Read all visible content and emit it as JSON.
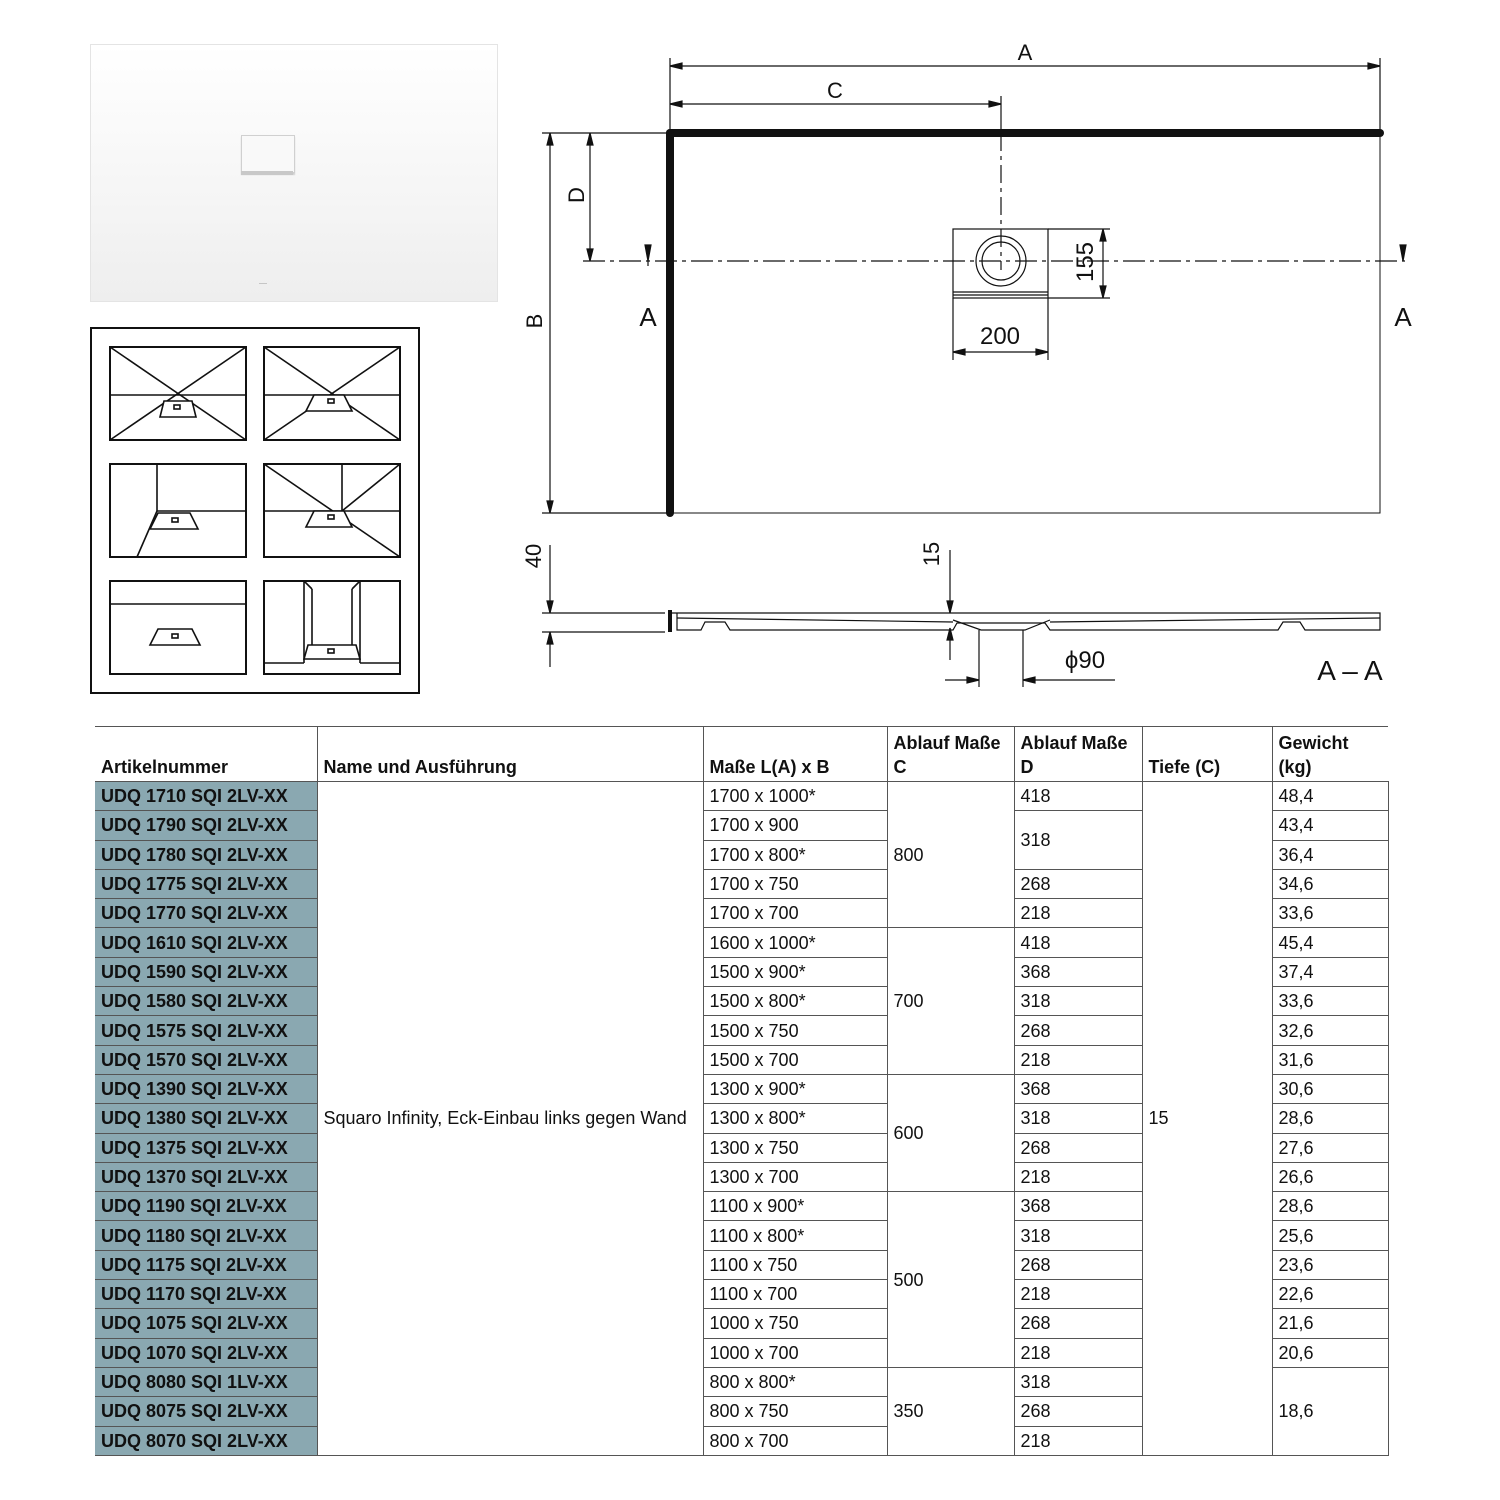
{
  "drawing": {
    "labels": {
      "a_top": "A",
      "c_top": "C",
      "d_left": "D",
      "b_left": "B",
      "section_left": "A",
      "section_right": "A",
      "drain_width": "200",
      "drain_depth": "155",
      "height_40": "40",
      "height_15": "15",
      "diameter": "ϕ90",
      "section_title": "A – A"
    }
  },
  "table": {
    "headers": {
      "artikel": "Artikelnummer",
      "name": "Name und Ausführung",
      "masse": "Maße L(A) x B",
      "ablauf_c_line1": "Ablauf Maße",
      "ablauf_c_line2": "C",
      "ablauf_d_line1": "Ablauf Maße",
      "ablauf_d_line2": "D",
      "tiefe": "Tiefe (C)",
      "gewicht": "Gewicht (kg)"
    },
    "name_value": "Squaro Infinity, Eck-Einbau links gegen Wand",
    "tiefe_value": "15",
    "artikel": [
      "UDQ 1710 SQI 2LV-XX",
      "UDQ 1790 SQI 2LV-XX",
      "UDQ 1780 SQI 2LV-XX",
      "UDQ 1775 SQI 2LV-XX",
      "UDQ 1770 SQI 2LV-XX",
      "UDQ 1610 SQI 2LV-XX",
      "UDQ 1590 SQI 2LV-XX",
      "UDQ 1580 SQI 2LV-XX",
      "UDQ 1575 SQI 2LV-XX",
      "UDQ 1570 SQI 2LV-XX",
      "UDQ 1390 SQI 2LV-XX",
      "UDQ 1380 SQI 2LV-XX",
      "UDQ 1375 SQI 2LV-XX",
      "UDQ 1370 SQI 2LV-XX",
      "UDQ 1190 SQI 2LV-XX",
      "UDQ 1180 SQI 2LV-XX",
      "UDQ 1175 SQI 2LV-XX",
      "UDQ 1170 SQI 2LV-XX",
      "UDQ 1075 SQI 2LV-XX",
      "UDQ 1070 SQI 2LV-XX",
      "UDQ 8080 SQI 1LV-XX",
      "UDQ 8075 SQI 2LV-XX",
      "UDQ 8070 SQI 2LV-XX"
    ],
    "masse": [
      "1700 x 1000*",
      "1700 x 900",
      "1700 x 800*",
      "1700 x 750",
      "1700 x 700",
      "1600 x 1000*",
      "1500 x 900*",
      "1500 x 800*",
      "1500 x 750",
      "1500 x 700",
      "1300 x 900*",
      "1300 x 800*",
      "1300 x 750",
      "1300 x 700",
      "1100 x 900*",
      "1100 x 800*",
      "1100 x 750",
      "1100 x 700",
      "1000 x 750",
      "1000 x 700",
      "800 x 800*",
      "800 x 750",
      "800 x 700"
    ],
    "ablauf_c": [
      {
        "value": "800",
        "rowspan": 5
      },
      {
        "value": "700",
        "rowspan": 5
      },
      {
        "value": "600",
        "rowspan": 4
      },
      {
        "value": "500",
        "rowspan": 6
      },
      {
        "value": "350",
        "rowspan": 3
      }
    ],
    "ablauf_d": [
      {
        "value": "418",
        "rowspan": 1
      },
      {
        "value": "318",
        "rowspan": 2
      },
      {
        "value": "268",
        "rowspan": 1
      },
      {
        "value": "218",
        "rowspan": 1
      },
      {
        "value": "418",
        "rowspan": 1
      },
      {
        "value": "368",
        "rowspan": 1
      },
      {
        "value": "318",
        "rowspan": 1
      },
      {
        "value": "268",
        "rowspan": 1
      },
      {
        "value": "218",
        "rowspan": 1
      },
      {
        "value": "368",
        "rowspan": 1
      },
      {
        "value": "318",
        "rowspan": 1
      },
      {
        "value": "268",
        "rowspan": 1
      },
      {
        "value": "218",
        "rowspan": 1
      },
      {
        "value": "368",
        "rowspan": 1
      },
      {
        "value": "318",
        "rowspan": 1
      },
      {
        "value": "268",
        "rowspan": 1
      },
      {
        "value": "218",
        "rowspan": 1
      },
      {
        "value": "268",
        "rowspan": 1
      },
      {
        "value": "218",
        "rowspan": 1
      },
      {
        "value": "318",
        "rowspan": 1
      },
      {
        "value": "268",
        "rowspan": 1
      },
      {
        "value": "218",
        "rowspan": 1
      }
    ],
    "gewicht": [
      {
        "value": "48,4",
        "rowspan": 1
      },
      {
        "value": "43,4",
        "rowspan": 1
      },
      {
        "value": "36,4",
        "rowspan": 1
      },
      {
        "value": "34,6",
        "rowspan": 1
      },
      {
        "value": "33,6",
        "rowspan": 1
      },
      {
        "value": "45,4",
        "rowspan": 1
      },
      {
        "value": "37,4",
        "rowspan": 1
      },
      {
        "value": "33,6",
        "rowspan": 1
      },
      {
        "value": "32,6",
        "rowspan": 1
      },
      {
        "value": "31,6",
        "rowspan": 1
      },
      {
        "value": "30,6",
        "rowspan": 1
      },
      {
        "value": "28,6",
        "rowspan": 1
      },
      {
        "value": "27,6",
        "rowspan": 1
      },
      {
        "value": "26,6",
        "rowspan": 1
      },
      {
        "value": "28,6",
        "rowspan": 1
      },
      {
        "value": "25,6",
        "rowspan": 1
      },
      {
        "value": "23,6",
        "rowspan": 1
      },
      {
        "value": "22,6",
        "rowspan": 1
      },
      {
        "value": "21,6",
        "rowspan": 1
      },
      {
        "value": "20,6",
        "rowspan": 1
      },
      {
        "value": "18,6",
        "rowspan": 3
      }
    ]
  }
}
